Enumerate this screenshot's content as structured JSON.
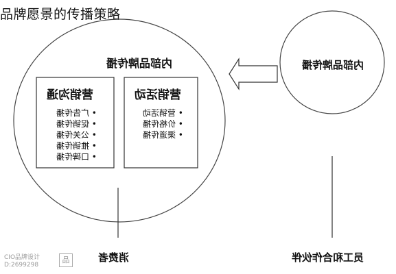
{
  "title": "品牌愿景的传播策略",
  "big_circle": {
    "label": "内部品牌传播"
  },
  "small_circle": {
    "label": "内部品牌传播"
  },
  "left_box": {
    "title": "营销沟通",
    "items": [
      "广告传播",
      "促销传播",
      "公关传播",
      "推销传播",
      "口碑传播"
    ]
  },
  "right_box": {
    "title": "营销活动",
    "items": [
      "营销活动",
      "价格传播",
      "渠道传播"
    ]
  },
  "bottom_left_label": "消费者",
  "bottom_right_label": "员工和合作伙伴",
  "watermark": {
    "line1": "CIO品牌设计",
    "line2": "D:2699298",
    "badge": "品"
  }
}
